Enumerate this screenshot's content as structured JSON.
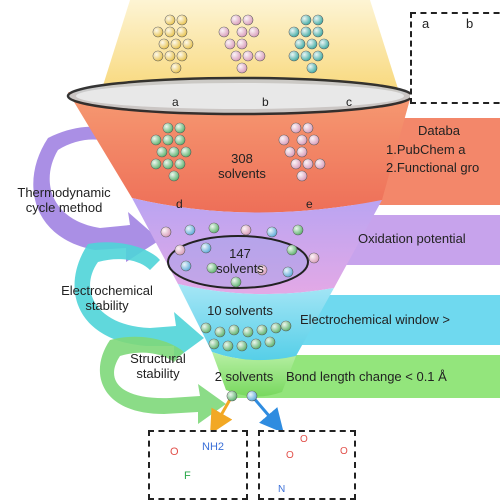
{
  "funnel": {
    "top_letters": [
      "a",
      "b",
      "c"
    ],
    "stage1": {
      "count_number": "308",
      "count_unit": "solvents",
      "letters": [
        "d",
        "e"
      ]
    },
    "stage2": {
      "count_number": "147",
      "count_unit": "solvents"
    },
    "stage3": {
      "count_text": "10 solvents"
    },
    "stage4": {
      "count_text": "2 solvents"
    }
  },
  "criteria": {
    "database_title": "Databa",
    "database_line1": "1.PubChem a",
    "database_line2": "2.Functional gro",
    "oxidation": "Oxidation potential",
    "electrochemical": "Electrochemical window >",
    "bond": "Bond length change < 0.1 Å"
  },
  "methods": {
    "thermo_line1": "Thermodynamic",
    "thermo_line2": "cycle method",
    "electro_line1": "Electrochemical",
    "electro_line2": "stability",
    "struct_line1": "Structural",
    "struct_line2": "stability"
  },
  "top_structure_box": {
    "label_a": "a",
    "label_b": "b"
  },
  "result_molecules": {
    "left_atoms": [
      "O",
      "NH2",
      "F"
    ],
    "right_atoms": [
      "O",
      "O",
      "O",
      "N"
    ]
  },
  "colors": {
    "top_glow": "#f7d36a",
    "stage1": "#f47a5a",
    "stage2": "#c9a6ec",
    "stage3": "#6fd6ee",
    "stage4": "#8fe07a",
    "database_banner": "#f3876a",
    "oxidation_banner": "#c7a3ec",
    "electro_banner": "#6fd9ef",
    "bond_banner": "#93e57c",
    "arrow_orange": "#f2a824",
    "arrow_blue": "#2f8ce0",
    "ball_green": "#58b06a",
    "ball_blue": "#58a8d8",
    "ball_pink": "#d89ab8",
    "ball_yellow": "#e8c24a",
    "ball_teal": "#3aa8a0"
  }
}
